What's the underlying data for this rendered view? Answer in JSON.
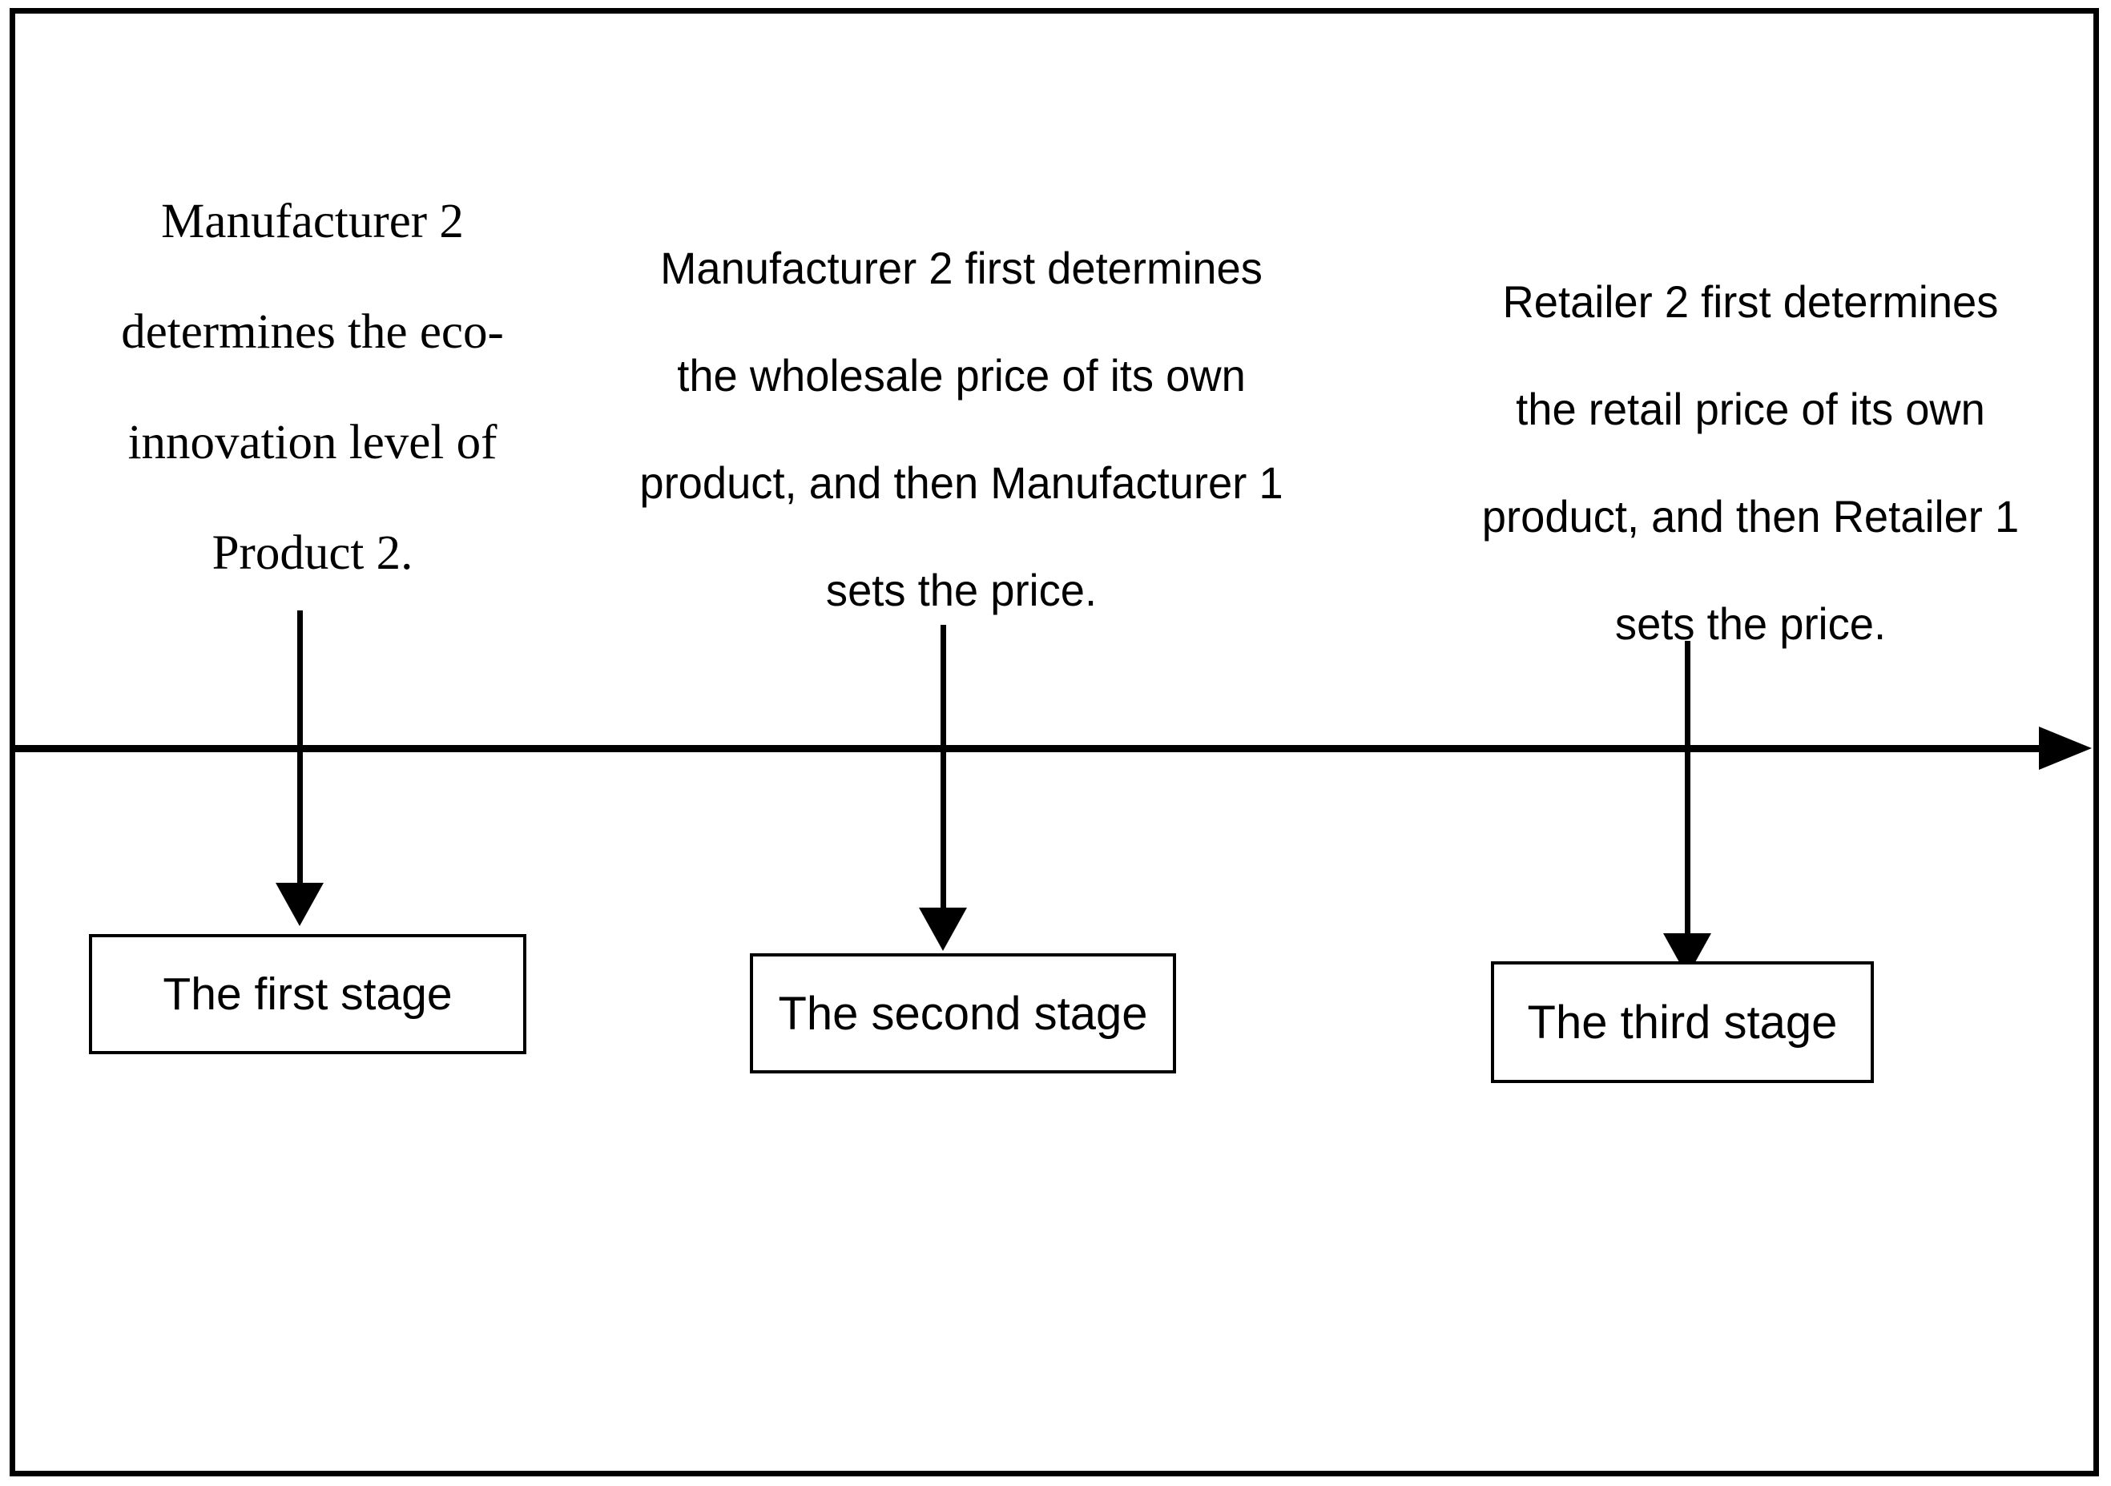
{
  "diagram": {
    "title": "Three-stage game sequence timeline",
    "colors": {
      "frame": "#000000",
      "line": "#000000",
      "text": "#000000",
      "background": "#ffffff"
    },
    "timeline": {
      "axis_label": "time-axis",
      "arrow_direction": "right"
    },
    "stages": [
      {
        "id": "stage-1",
        "box_label": "The first stage",
        "description_lines": [
          "Manufacturer 2",
          "determines the eco-",
          "innovation level of",
          "Product 2."
        ],
        "description_text": "Manufacturer 2 determines the eco-innovation level of Product 2."
      },
      {
        "id": "stage-2",
        "box_label": "The second stage",
        "description_lines": [
          "Manufacturer 2 first determines",
          "the wholesale price of its own",
          "product, and then Manufacturer 1",
          "sets the price."
        ],
        "description_text": "Manufacturer 2 first determines the wholesale price of its own product, and then Manufacturer 1 sets the price."
      },
      {
        "id": "stage-3",
        "box_label": "The third stage",
        "description_lines": [
          "Retailer 2 first determines",
          "the retail price of its own",
          "product, and then Retailer 1",
          "sets the price."
        ],
        "description_text": "Retailer 2 first determines the retail price of its own product, and then Retailer 1 sets the price."
      }
    ]
  }
}
